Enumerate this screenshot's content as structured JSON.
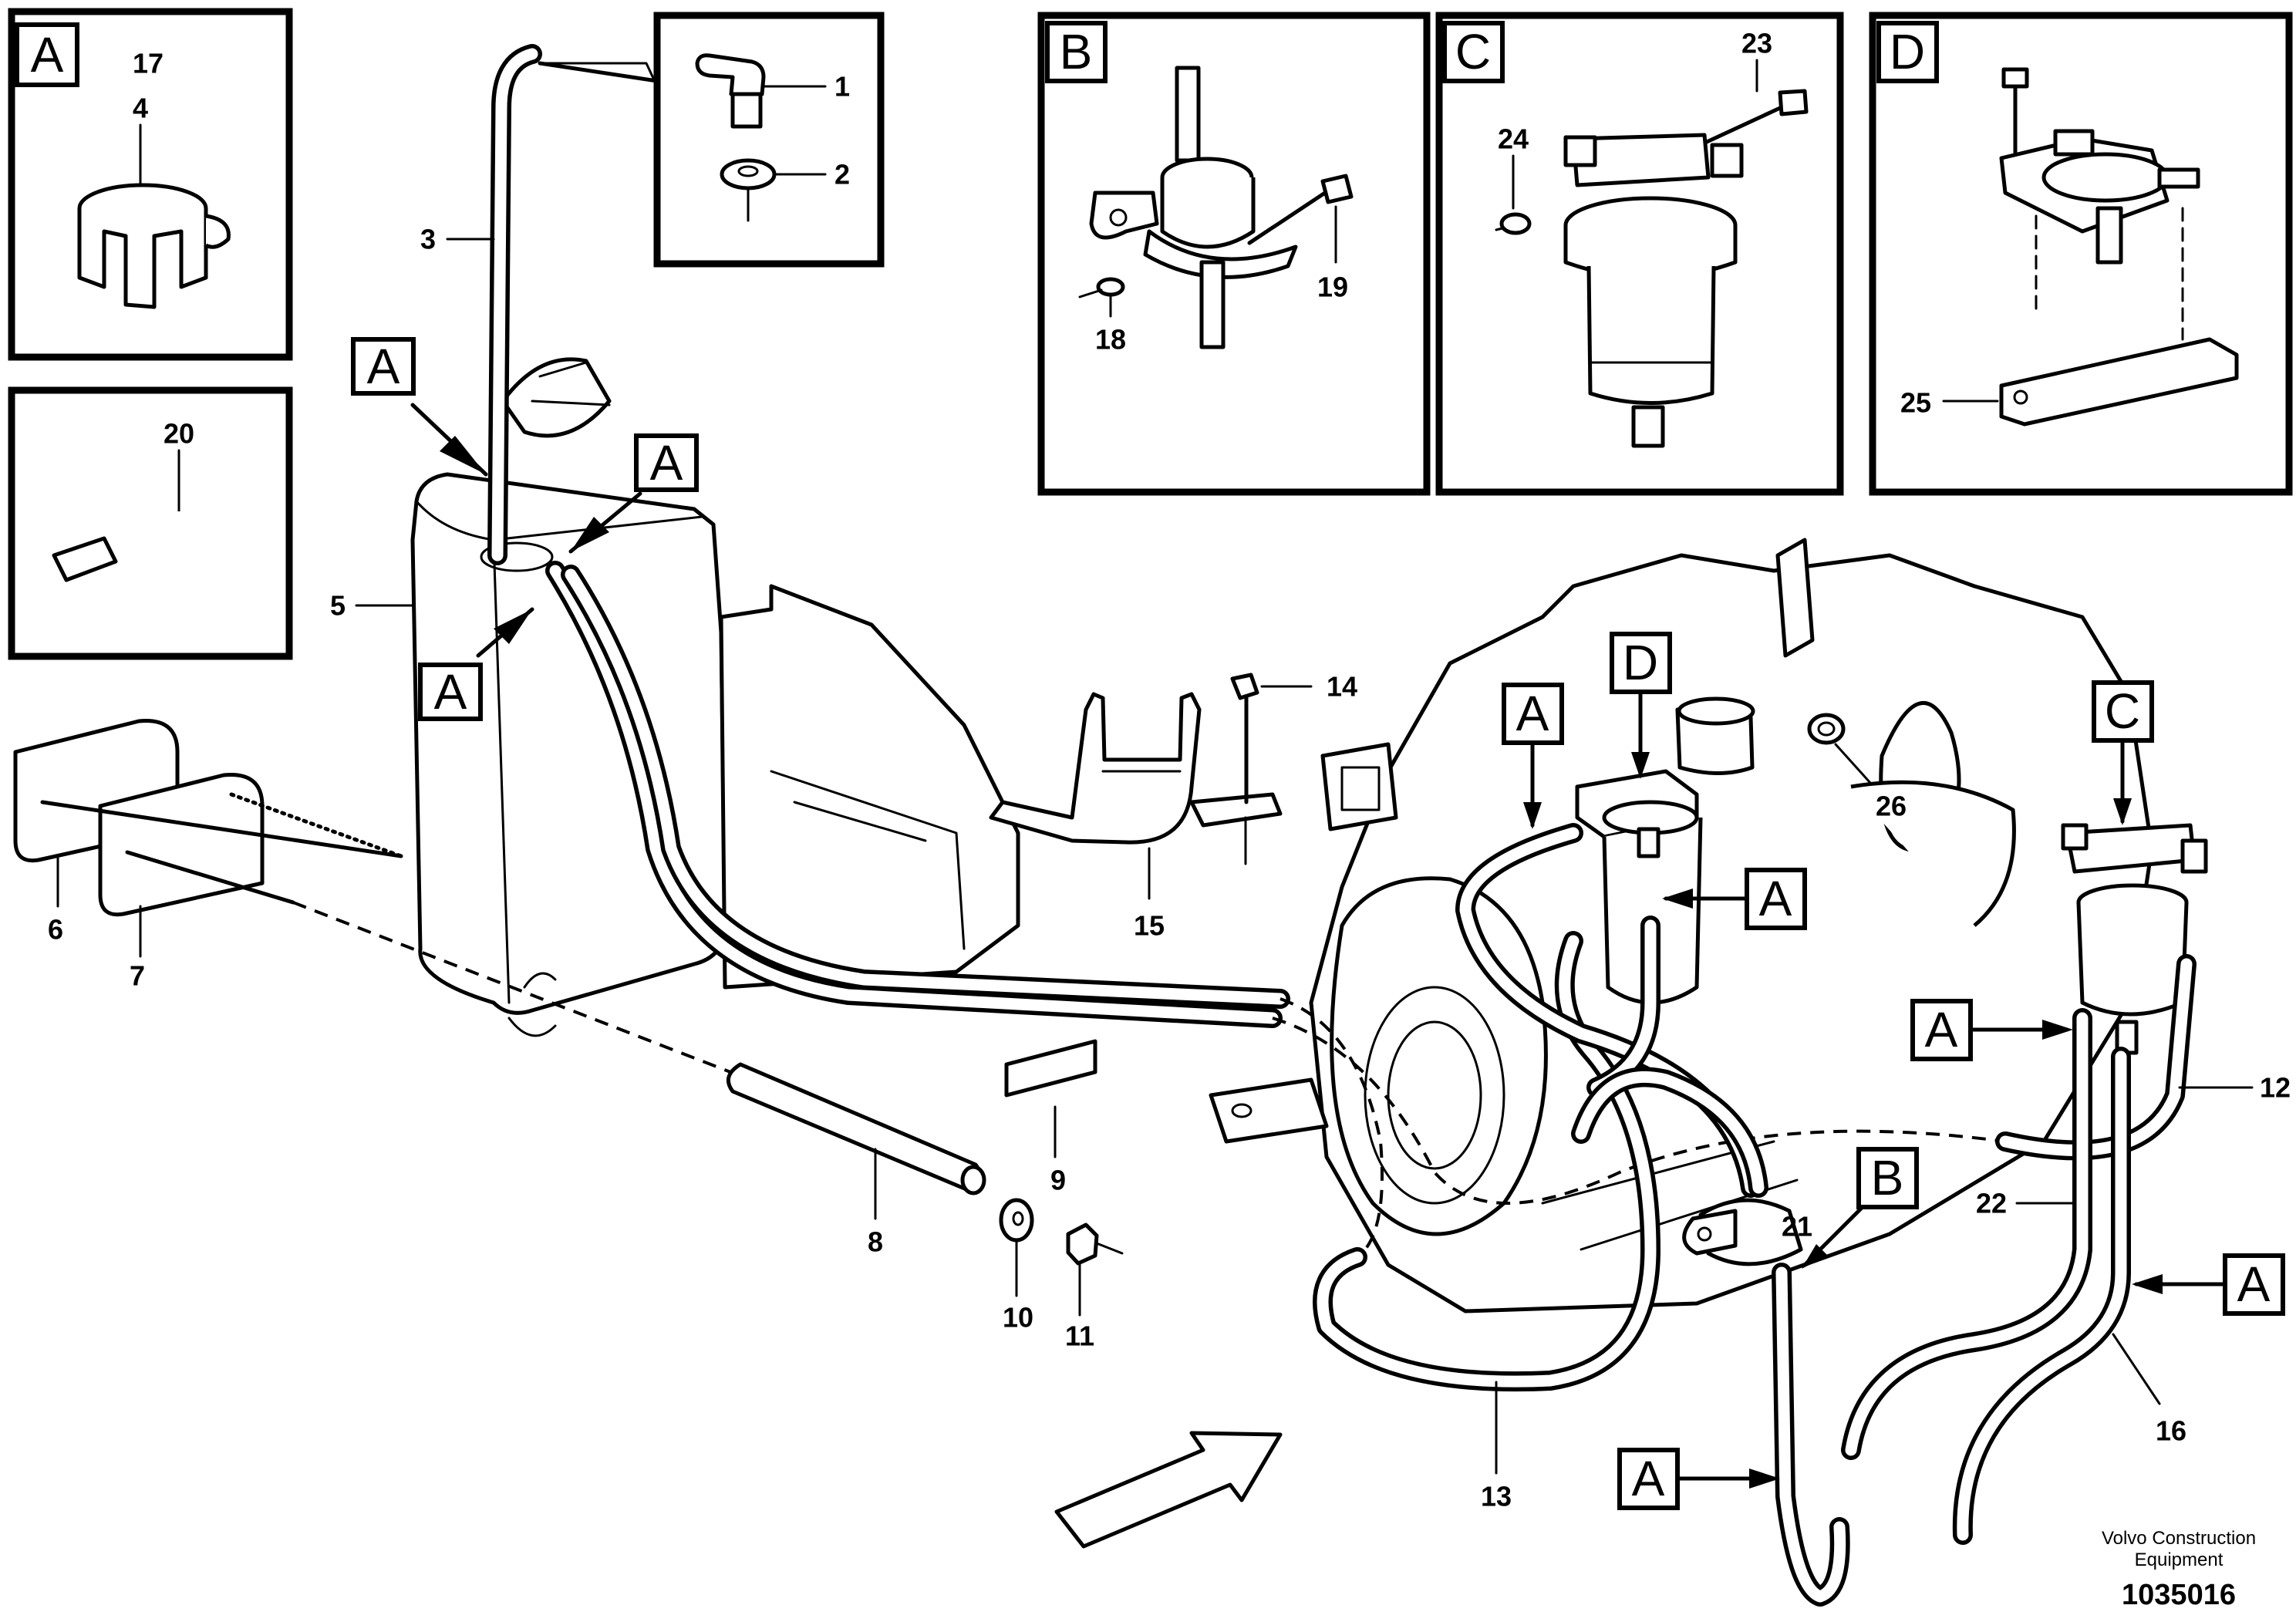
{
  "detail_labels": {
    "a": "A",
    "b": "B",
    "c": "C",
    "d": "D"
  },
  "callouts": {
    "n1": "1",
    "n2": "2",
    "n3": "3",
    "n4": "4",
    "n5": "5",
    "n6": "6",
    "n7": "7",
    "n8": "8",
    "n9": "9",
    "n10": "10",
    "n11": "11",
    "n12": "12",
    "n13": "13",
    "n14": "14",
    "n15": "15",
    "n16": "16",
    "n17": "17",
    "n18": "18",
    "n19": "19",
    "n20": "20",
    "n21": "21",
    "n22": "22",
    "n23": "23",
    "n24": "24",
    "n25": "25",
    "n26": "26"
  },
  "footer": {
    "maker_line1": "Volvo Construction",
    "maker_line2": "Equipment",
    "drawing_number": "1035016"
  }
}
